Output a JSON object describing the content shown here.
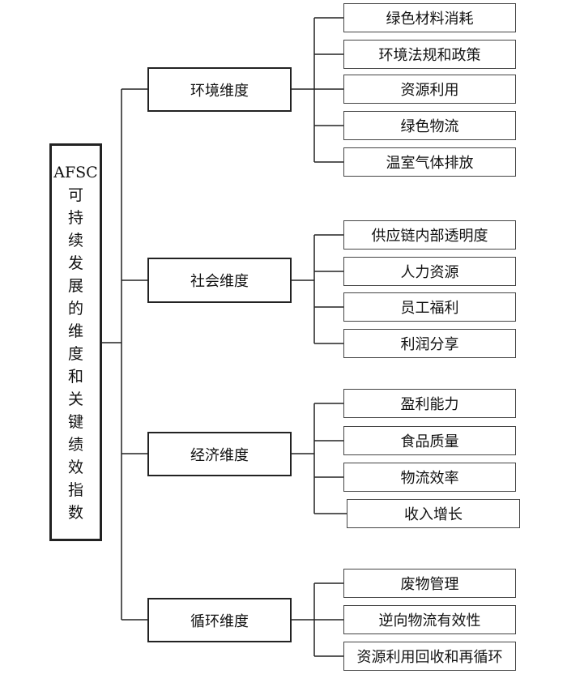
{
  "root": {
    "title": "AFSC",
    "chars": [
      "可",
      "持",
      "续",
      "发",
      "展",
      "的",
      "维",
      "度",
      "和",
      "关",
      "键",
      "绩",
      "效",
      "指",
      "数"
    ]
  },
  "dimensions": [
    {
      "label": "环境维度",
      "items": [
        "绿色材料消耗",
        "环境法规和政策",
        "资源利用",
        "绿色物流",
        "温室气体排放"
      ]
    },
    {
      "label": "社会维度",
      "items": [
        "供应链内部透明度",
        "人力资源",
        "员工福利",
        "利润分享"
      ]
    },
    {
      "label": "经济维度",
      "items": [
        "盈利能力",
        "食品质量",
        "物流效率",
        "收入增长"
      ]
    },
    {
      "label": "循环维度",
      "items": [
        "废物管理",
        "逆向物流有效性",
        "资源利用回收和再循环"
      ]
    }
  ]
}
